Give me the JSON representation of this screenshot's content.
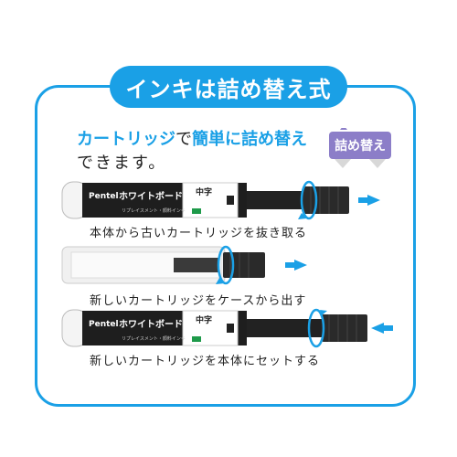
{
  "title": "インキは詰め替え式",
  "headline": {
    "part1": "カートリッジ",
    "part2": "で",
    "part3": "簡単に詰め替え",
    "line2": "できます。"
  },
  "badge": {
    "label": "詰め替え"
  },
  "pen_labels": {
    "brand": "Pentel",
    "product": "ホワイトボードマーカー",
    "size": "中字",
    "sublabel": "リプレイスメント・顔料インキ"
  },
  "steps": [
    {
      "caption": "本体から古いカートリッジを抜き取る",
      "direction": "right"
    },
    {
      "caption": "新しいカートリッジをケースから出す",
      "direction": "right"
    },
    {
      "caption": "新しいカートリッジを本体にセットする",
      "direction": "left"
    }
  ],
  "colors": {
    "accent": "#1aa0e6",
    "badge": "#8c7ec8"
  }
}
